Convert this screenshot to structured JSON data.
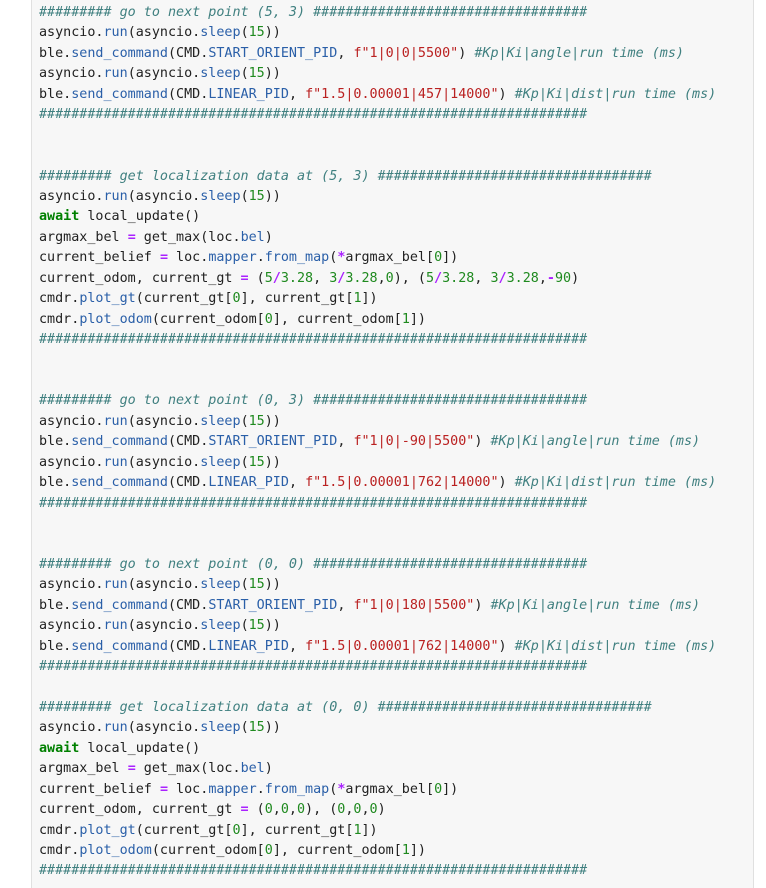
{
  "notebook_cell": {
    "lines": [
      [
        [
          "comment",
          "######### go to next point (5, 3) ##################################"
        ]
      ],
      [
        [
          "plain",
          "asyncio."
        ],
        [
          "attr",
          "run"
        ],
        [
          "plain",
          "(asyncio."
        ],
        [
          "attr",
          "sleep"
        ],
        [
          "plain",
          "("
        ],
        [
          "num",
          "15"
        ],
        [
          "plain",
          "))"
        ]
      ],
      [
        [
          "plain",
          "ble."
        ],
        [
          "attr",
          "send_command"
        ],
        [
          "plain",
          "(CMD."
        ],
        [
          "attr",
          "START_ORIENT_PID"
        ],
        [
          "plain",
          ", "
        ],
        [
          "str",
          "f\"1|0|0|5500\""
        ],
        [
          "plain",
          ") "
        ],
        [
          "comment",
          "#Kp|Ki|angle|run time (ms)"
        ]
      ],
      [
        [
          "plain",
          "asyncio."
        ],
        [
          "attr",
          "run"
        ],
        [
          "plain",
          "(asyncio."
        ],
        [
          "attr",
          "sleep"
        ],
        [
          "plain",
          "("
        ],
        [
          "num",
          "15"
        ],
        [
          "plain",
          "))"
        ]
      ],
      [
        [
          "plain",
          "ble."
        ],
        [
          "attr",
          "send_command"
        ],
        [
          "plain",
          "(CMD."
        ],
        [
          "attr",
          "LINEAR_PID"
        ],
        [
          "plain",
          ", "
        ],
        [
          "str",
          "f\"1.5|0.00001|457|14000\""
        ],
        [
          "plain",
          ") "
        ],
        [
          "comment",
          "#Kp|Ki|dist|run time (ms)"
        ]
      ],
      [
        [
          "comment",
          "####################################################################"
        ]
      ],
      [],
      [],
      [
        [
          "comment",
          "######### get localization data at (5, 3) ##################################"
        ]
      ],
      [
        [
          "plain",
          "asyncio."
        ],
        [
          "attr",
          "run"
        ],
        [
          "plain",
          "(asyncio."
        ],
        [
          "attr",
          "sleep"
        ],
        [
          "plain",
          "("
        ],
        [
          "num",
          "15"
        ],
        [
          "plain",
          "))"
        ]
      ],
      [
        [
          "kw",
          "await"
        ],
        [
          "plain",
          " local_update()"
        ]
      ],
      [
        [
          "plain",
          "argmax_bel "
        ],
        [
          "op",
          "="
        ],
        [
          "plain",
          " get_max(loc."
        ],
        [
          "attr",
          "bel"
        ],
        [
          "plain",
          ")"
        ]
      ],
      [
        [
          "plain",
          "current_belief "
        ],
        [
          "op",
          "="
        ],
        [
          "plain",
          " loc."
        ],
        [
          "attr",
          "mapper"
        ],
        [
          "plain",
          "."
        ],
        [
          "attr",
          "from_map"
        ],
        [
          "plain",
          "("
        ],
        [
          "op",
          "*"
        ],
        [
          "plain",
          "argmax_bel["
        ],
        [
          "num",
          "0"
        ],
        [
          "plain",
          "])"
        ]
      ],
      [
        [
          "plain",
          "current_odom, current_gt "
        ],
        [
          "op",
          "="
        ],
        [
          "plain",
          " ("
        ],
        [
          "num",
          "5"
        ],
        [
          "op",
          "/"
        ],
        [
          "num",
          "3.28"
        ],
        [
          "plain",
          ", "
        ],
        [
          "num",
          "3"
        ],
        [
          "op",
          "/"
        ],
        [
          "num",
          "3.28"
        ],
        [
          "plain",
          ","
        ],
        [
          "num",
          "0"
        ],
        [
          "plain",
          "), ("
        ],
        [
          "num",
          "5"
        ],
        [
          "op",
          "/"
        ],
        [
          "num",
          "3.28"
        ],
        [
          "plain",
          ", "
        ],
        [
          "num",
          "3"
        ],
        [
          "op",
          "/"
        ],
        [
          "num",
          "3.28"
        ],
        [
          "plain",
          ","
        ],
        [
          "op",
          "-"
        ],
        [
          "num",
          "90"
        ],
        [
          "plain",
          ")"
        ]
      ],
      [
        [
          "plain",
          "cmdr."
        ],
        [
          "attr",
          "plot_gt"
        ],
        [
          "plain",
          "(current_gt["
        ],
        [
          "num",
          "0"
        ],
        [
          "plain",
          "], current_gt["
        ],
        [
          "num",
          "1"
        ],
        [
          "plain",
          "])"
        ]
      ],
      [
        [
          "plain",
          "cmdr."
        ],
        [
          "attr",
          "plot_odom"
        ],
        [
          "plain",
          "(current_odom["
        ],
        [
          "num",
          "0"
        ],
        [
          "plain",
          "], current_odom["
        ],
        [
          "num",
          "1"
        ],
        [
          "plain",
          "])"
        ]
      ],
      [
        [
          "comment",
          "####################################################################"
        ]
      ],
      [],
      [],
      [
        [
          "comment",
          "######### go to next point (0, 3) ##################################"
        ]
      ],
      [
        [
          "plain",
          "asyncio."
        ],
        [
          "attr",
          "run"
        ],
        [
          "plain",
          "(asyncio."
        ],
        [
          "attr",
          "sleep"
        ],
        [
          "plain",
          "("
        ],
        [
          "num",
          "15"
        ],
        [
          "plain",
          "))"
        ]
      ],
      [
        [
          "plain",
          "ble."
        ],
        [
          "attr",
          "send_command"
        ],
        [
          "plain",
          "(CMD."
        ],
        [
          "attr",
          "START_ORIENT_PID"
        ],
        [
          "plain",
          ", "
        ],
        [
          "str",
          "f\"1|0|-90|5500\""
        ],
        [
          "plain",
          ") "
        ],
        [
          "comment",
          "#Kp|Ki|angle|run time (ms)"
        ]
      ],
      [
        [
          "plain",
          "asyncio."
        ],
        [
          "attr",
          "run"
        ],
        [
          "plain",
          "(asyncio."
        ],
        [
          "attr",
          "sleep"
        ],
        [
          "plain",
          "("
        ],
        [
          "num",
          "15"
        ],
        [
          "plain",
          "))"
        ]
      ],
      [
        [
          "plain",
          "ble."
        ],
        [
          "attr",
          "send_command"
        ],
        [
          "plain",
          "(CMD."
        ],
        [
          "attr",
          "LINEAR_PID"
        ],
        [
          "plain",
          ", "
        ],
        [
          "str",
          "f\"1.5|0.00001|762|14000\""
        ],
        [
          "plain",
          ") "
        ],
        [
          "comment",
          "#Kp|Ki|dist|run time (ms)"
        ]
      ],
      [
        [
          "comment",
          "####################################################################"
        ]
      ],
      [],
      [],
      [
        [
          "comment",
          "######### go to next point (0, 0) ##################################"
        ]
      ],
      [
        [
          "plain",
          "asyncio."
        ],
        [
          "attr",
          "run"
        ],
        [
          "plain",
          "(asyncio."
        ],
        [
          "attr",
          "sleep"
        ],
        [
          "plain",
          "("
        ],
        [
          "num",
          "15"
        ],
        [
          "plain",
          "))"
        ]
      ],
      [
        [
          "plain",
          "ble."
        ],
        [
          "attr",
          "send_command"
        ],
        [
          "plain",
          "(CMD."
        ],
        [
          "attr",
          "START_ORIENT_PID"
        ],
        [
          "plain",
          ", "
        ],
        [
          "str",
          "f\"1|0|180|5500\""
        ],
        [
          "plain",
          ") "
        ],
        [
          "comment",
          "#Kp|Ki|angle|run time (ms)"
        ]
      ],
      [
        [
          "plain",
          "asyncio."
        ],
        [
          "attr",
          "run"
        ],
        [
          "plain",
          "(asyncio."
        ],
        [
          "attr",
          "sleep"
        ],
        [
          "plain",
          "("
        ],
        [
          "num",
          "15"
        ],
        [
          "plain",
          "))"
        ]
      ],
      [
        [
          "plain",
          "ble."
        ],
        [
          "attr",
          "send_command"
        ],
        [
          "plain",
          "(CMD."
        ],
        [
          "attr",
          "LINEAR_PID"
        ],
        [
          "plain",
          ", "
        ],
        [
          "str",
          "f\"1.5|0.00001|762|14000\""
        ],
        [
          "plain",
          ") "
        ],
        [
          "comment",
          "#Kp|Ki|dist|run time (ms)"
        ]
      ],
      [
        [
          "comment",
          "####################################################################"
        ]
      ],
      [],
      [
        [
          "comment",
          "######### get localization data at (0, 0) ##################################"
        ]
      ],
      [
        [
          "plain",
          "asyncio."
        ],
        [
          "attr",
          "run"
        ],
        [
          "plain",
          "(asyncio."
        ],
        [
          "attr",
          "sleep"
        ],
        [
          "plain",
          "("
        ],
        [
          "num",
          "15"
        ],
        [
          "plain",
          "))"
        ]
      ],
      [
        [
          "kw",
          "await"
        ],
        [
          "plain",
          " local_update()"
        ]
      ],
      [
        [
          "plain",
          "argmax_bel "
        ],
        [
          "op",
          "="
        ],
        [
          "plain",
          " get_max(loc."
        ],
        [
          "attr",
          "bel"
        ],
        [
          "plain",
          ")"
        ]
      ],
      [
        [
          "plain",
          "current_belief "
        ],
        [
          "op",
          "="
        ],
        [
          "plain",
          " loc."
        ],
        [
          "attr",
          "mapper"
        ],
        [
          "plain",
          "."
        ],
        [
          "attr",
          "from_map"
        ],
        [
          "plain",
          "("
        ],
        [
          "op",
          "*"
        ],
        [
          "plain",
          "argmax_bel["
        ],
        [
          "num",
          "0"
        ],
        [
          "plain",
          "])"
        ]
      ],
      [
        [
          "plain",
          "current_odom, current_gt "
        ],
        [
          "op",
          "="
        ],
        [
          "plain",
          " ("
        ],
        [
          "num",
          "0"
        ],
        [
          "plain",
          ","
        ],
        [
          "num",
          "0"
        ],
        [
          "plain",
          ","
        ],
        [
          "num",
          "0"
        ],
        [
          "plain",
          "), ("
        ],
        [
          "num",
          "0"
        ],
        [
          "plain",
          ","
        ],
        [
          "num",
          "0"
        ],
        [
          "plain",
          ","
        ],
        [
          "num",
          "0"
        ],
        [
          "plain",
          ")"
        ]
      ],
      [
        [
          "plain",
          "cmdr."
        ],
        [
          "attr",
          "plot_gt"
        ],
        [
          "plain",
          "(current_gt["
        ],
        [
          "num",
          "0"
        ],
        [
          "plain",
          "], current_gt["
        ],
        [
          "num",
          "1"
        ],
        [
          "plain",
          "])"
        ]
      ],
      [
        [
          "plain",
          "cmdr."
        ],
        [
          "attr",
          "plot_odom"
        ],
        [
          "plain",
          "(current_odom["
        ],
        [
          "num",
          "0"
        ],
        [
          "plain",
          "], current_odom["
        ],
        [
          "num",
          "1"
        ],
        [
          "plain",
          "])"
        ]
      ],
      [
        [
          "comment",
          "####################################################################"
        ]
      ]
    ]
  },
  "colors": {
    "cell_background": "#f7f7f7",
    "comment": "#408080",
    "attribute": "#2a5fa8",
    "number": "#1f8a1f",
    "string": "#ba2121",
    "keyword": "#008000",
    "operator": "#aa22ff"
  }
}
